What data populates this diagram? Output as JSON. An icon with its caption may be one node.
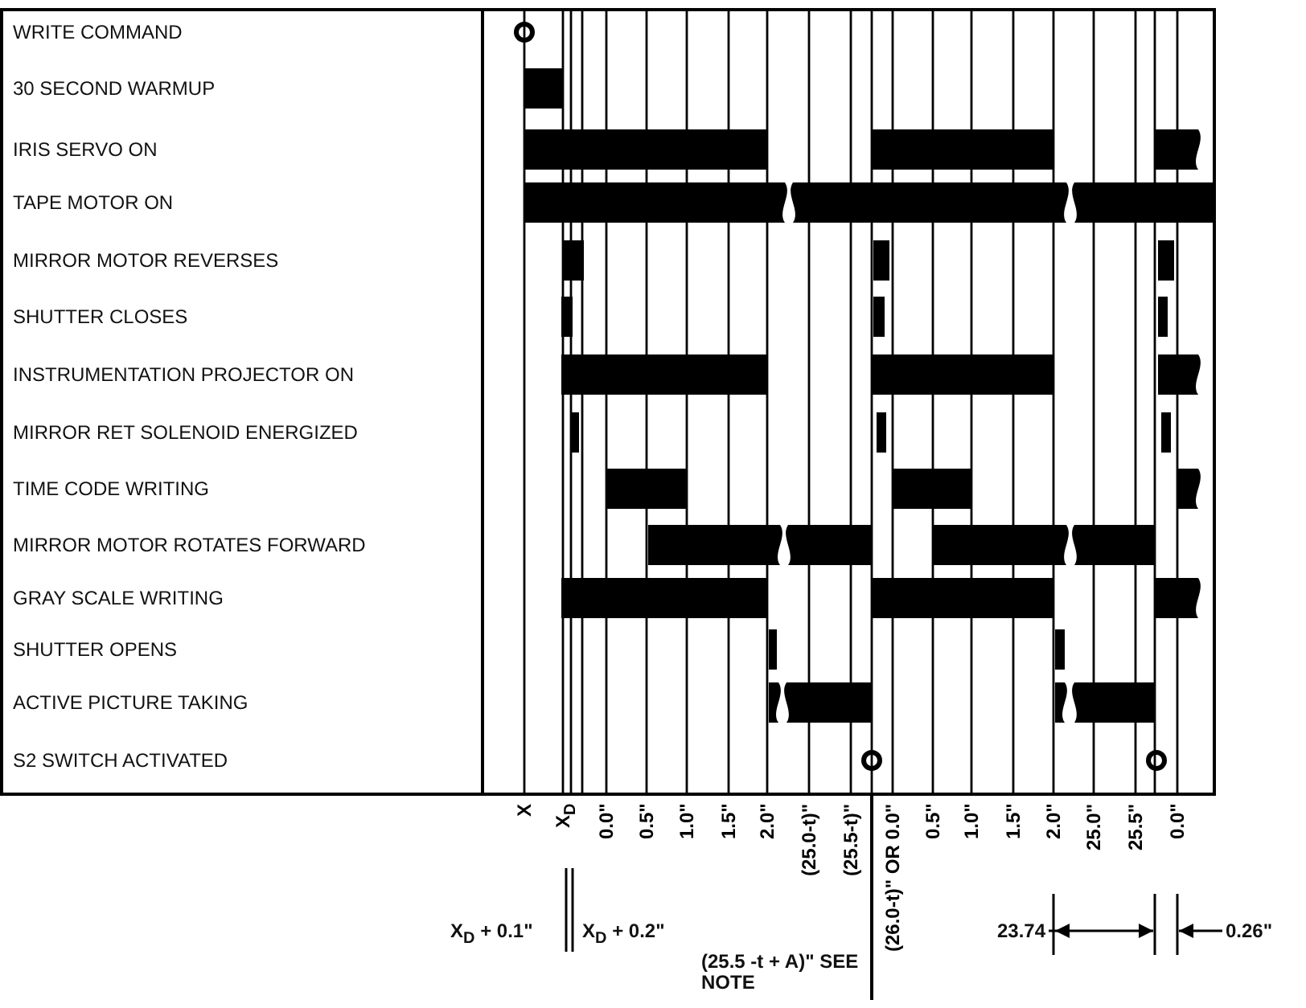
{
  "diagram": {
    "labels": [
      "WRITE COMMAND",
      "30 SECOND WARMUP",
      "IRIS SERVO ON",
      "TAPE MOTOR ON",
      "MIRROR MOTOR REVERSES",
      "SHUTTER CLOSES",
      "INSTRUMENTATION PROJECTOR ON",
      "MIRROR RET SOLENOID ENERGIZED",
      "TIME CODE WRITING",
      "MIRROR MOTOR ROTATES FORWARD",
      "GRAY SCALE WRITING",
      "SHUTTER OPENS",
      "ACTIVE PICTURE TAKING",
      "S2 SWITCH ACTIVATED",
      "X",
      "X$_{D}$",
      "0.0\"",
      "0.5\"",
      "1.0\"",
      "1.5\"",
      "2.0\"",
      "(25.0-t)\"",
      "(25.5-t)\"",
      "(26.0-t)\" OR 0.0\"",
      "0.5\"",
      "1.0\"",
      "1.5\"",
      "2.0\"",
      "25.0\"",
      "25.5\"",
      "0.0\"",
      "X$_{D}$ + 0.1\"",
      "X$_{D}$ + 0.2\"",
      "(25.5 -t + A)\" SEE NOTE",
      "23.74",
      "0.26\""
    ]
  }
}
